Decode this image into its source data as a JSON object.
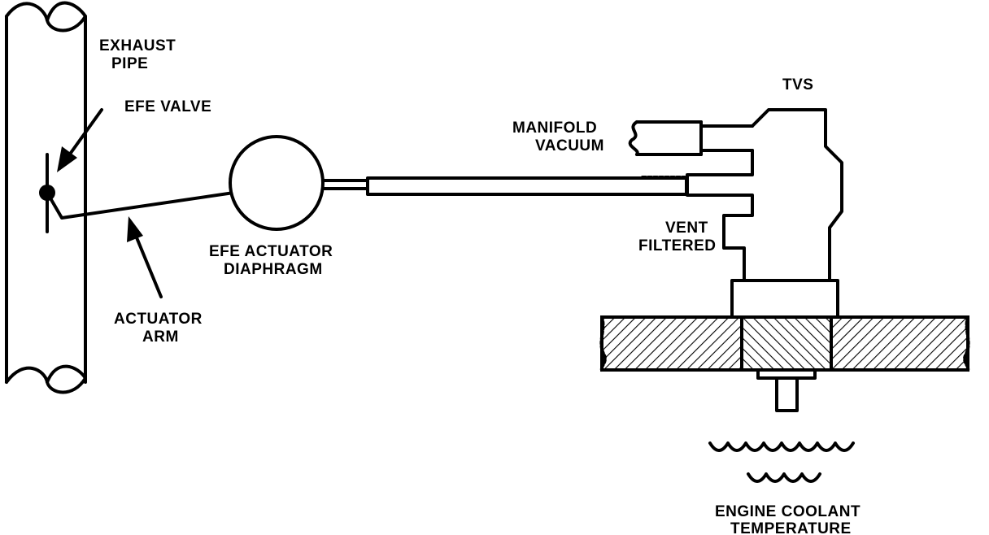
{
  "labels": {
    "exhaust_pipe_1": "EXHAUST",
    "exhaust_pipe_2": "PIPE",
    "efe_valve": "EFE VALVE",
    "actuator_arm_1": "ACTUATOR",
    "actuator_arm_2": "ARM",
    "efe_actuator_1": "EFE ACTUATOR",
    "efe_actuator_2": "DIAPHRAGM",
    "tvs": "TVS",
    "manifold_1": "MANIFOLD",
    "manifold_2": "VACUUM",
    "vent_1": "VENT",
    "vent_2": "FILTERED",
    "coolant_1": "ENGINE COOLANT",
    "coolant_2": "TEMPERATURE"
  },
  "colors": {
    "ink": "#000000",
    "paper": "#ffffff"
  }
}
